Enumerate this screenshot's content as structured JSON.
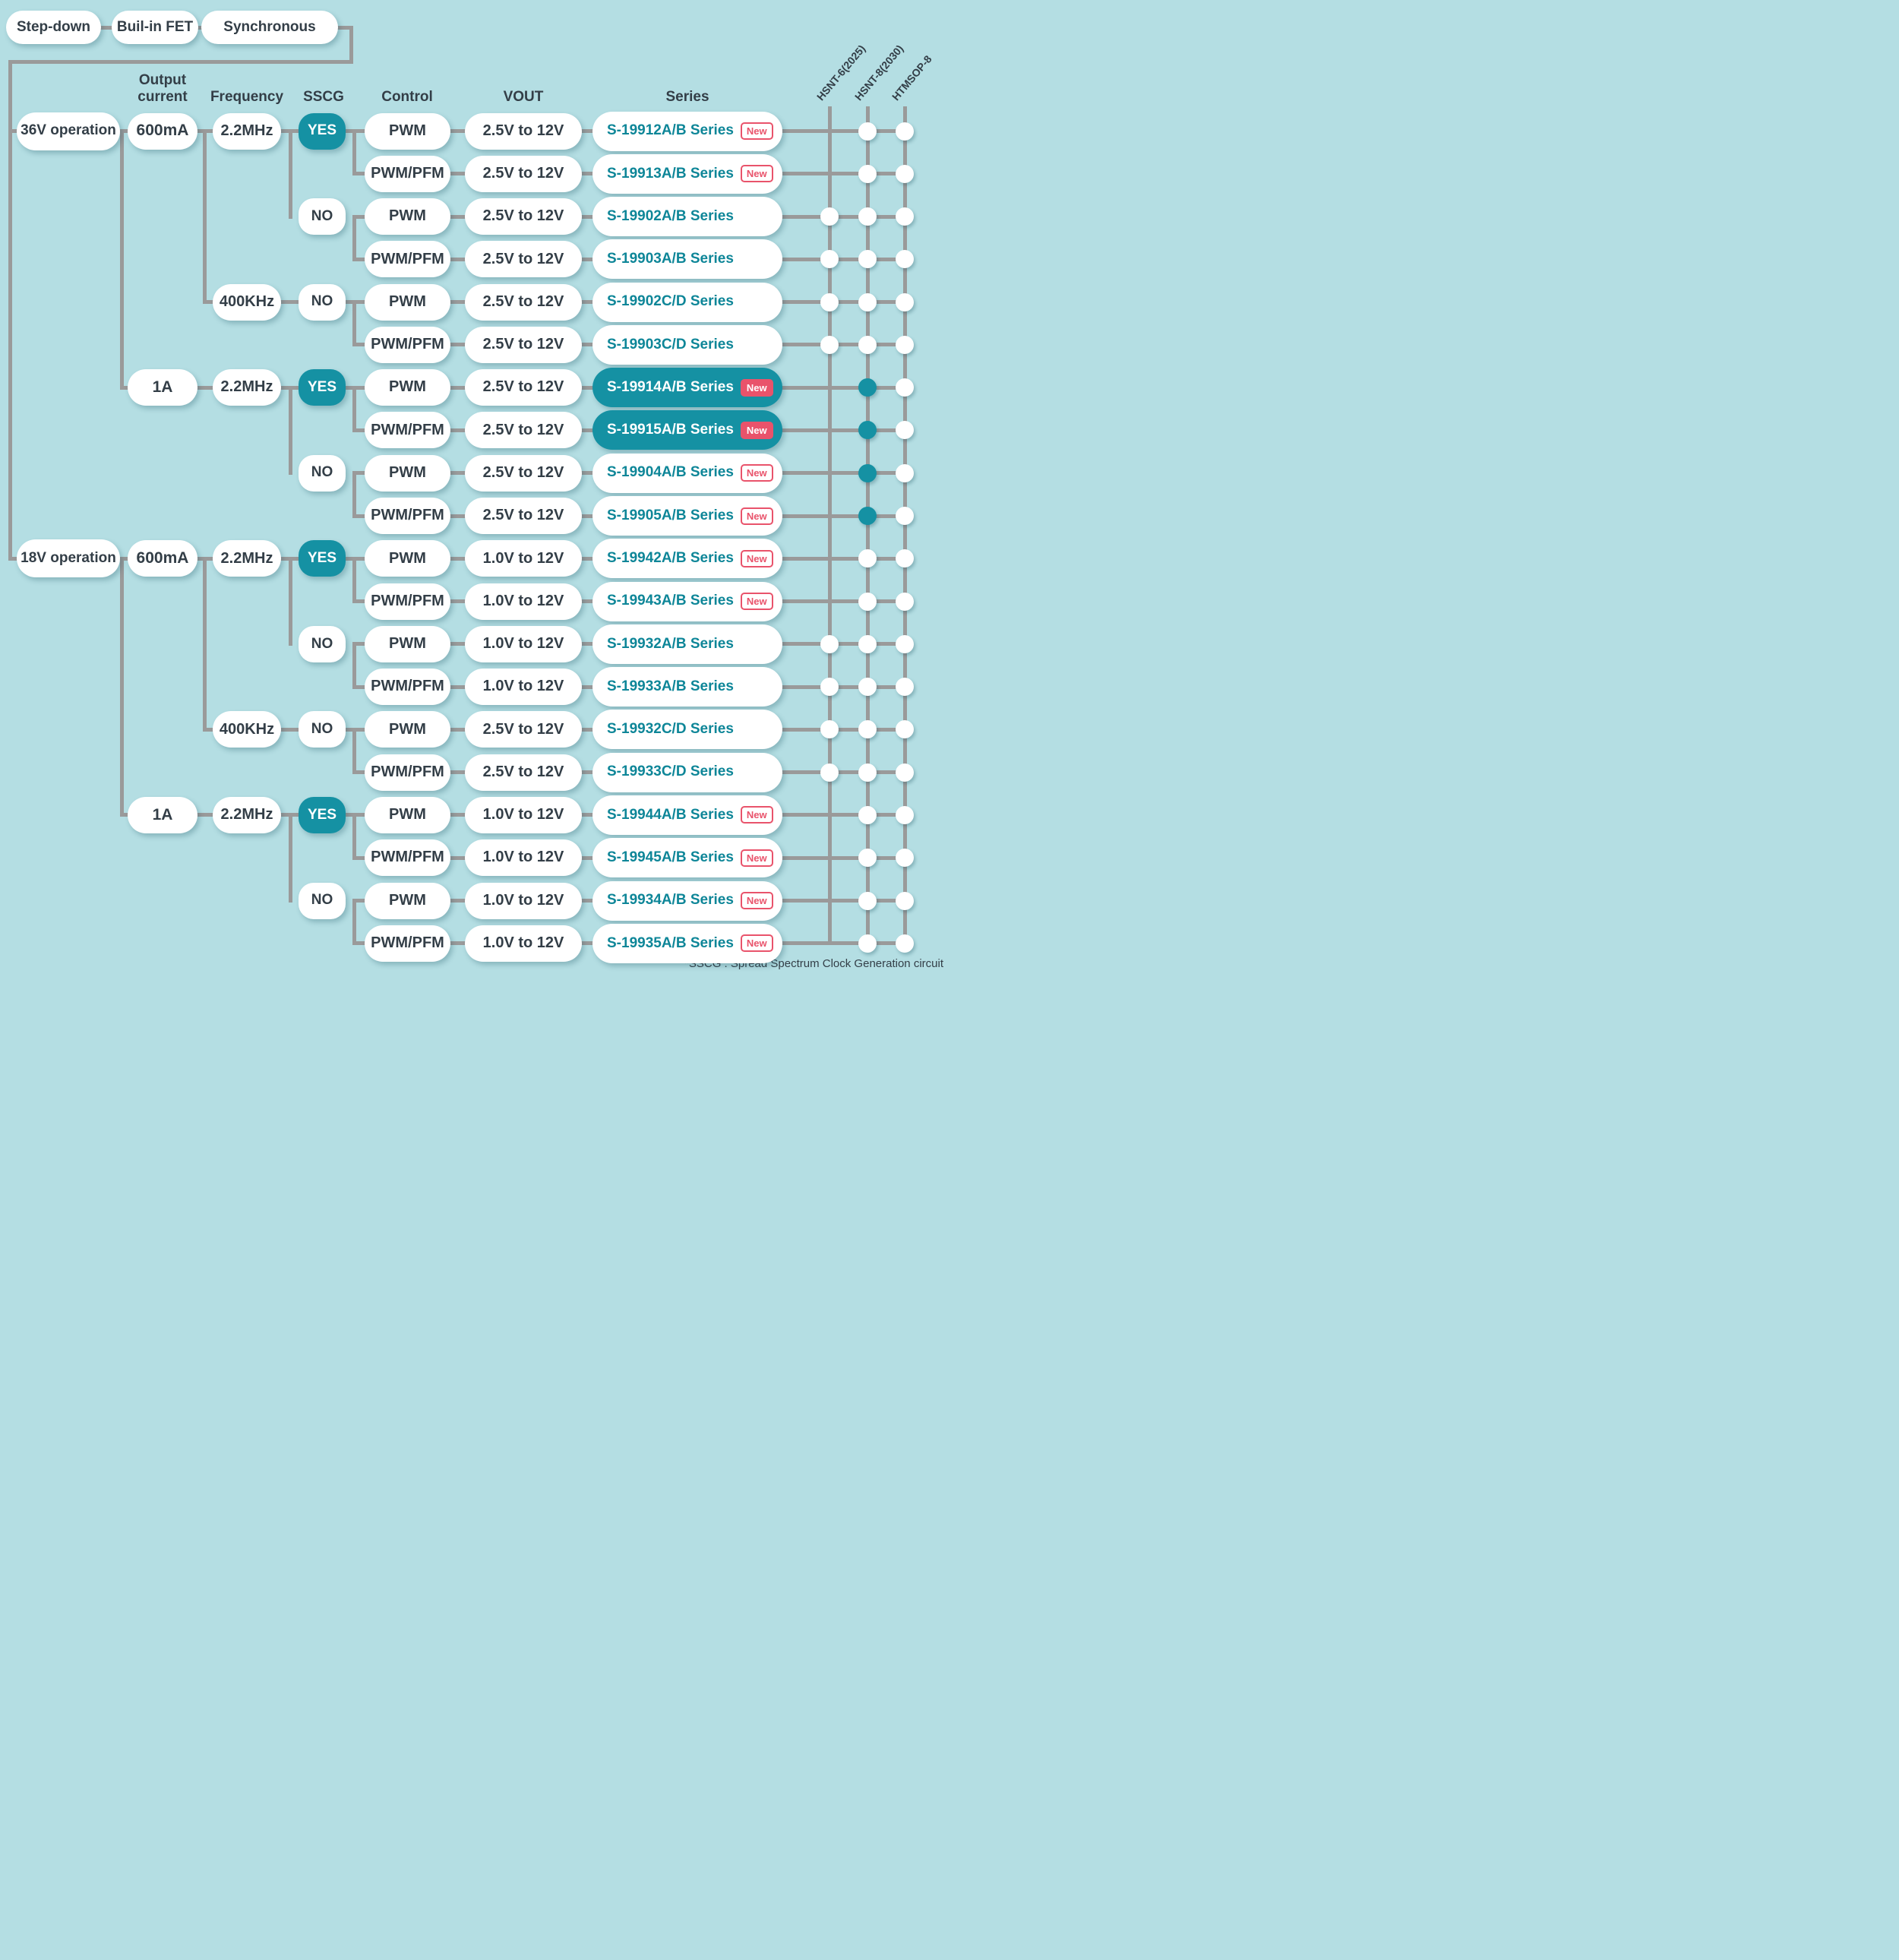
{
  "colors": {
    "background": "#b4dee3",
    "accent_teal": "#1591a3",
    "series_text_teal": "#0e8698",
    "new_badge_pink": "#e9536b",
    "connector_gray": "#9a9a9a",
    "text_dark": "#333e47"
  },
  "top_chain": {
    "items": [
      {
        "label": "Step-down"
      },
      {
        "label": "Buil-in FET"
      },
      {
        "label": "Synchronous"
      }
    ]
  },
  "headers": {
    "output_current": "Output current",
    "frequency": "Frequency",
    "sscg": "SSCG",
    "control": "Control",
    "vout": "VOUT",
    "series": "Series"
  },
  "package_columns": [
    {
      "label": "HSNT-6(2025)"
    },
    {
      "label": "HSNT-8(2030)"
    },
    {
      "label": "HTMSOP-8"
    }
  ],
  "tree": {
    "operations": [
      {
        "label": "36V operation",
        "row": 0
      },
      {
        "label": "18V operation",
        "row": 10
      }
    ],
    "currents": [
      {
        "label": "600mA",
        "row": 0,
        "branch_from": 0
      },
      {
        "label": "1A",
        "row": 6,
        "branch_from": 0
      },
      {
        "label": "600mA",
        "row": 10,
        "branch_from": 10
      },
      {
        "label": "1A",
        "row": 16,
        "branch_from": 10
      }
    ],
    "frequencies": [
      {
        "label": "2.2MHz",
        "row": 0,
        "branch_from": 0
      },
      {
        "label": "400KHz",
        "row": 4,
        "branch_from": 0
      },
      {
        "label": "2.2MHz",
        "row": 6,
        "branch_from": 6
      },
      {
        "label": "2.2MHz",
        "row": 10,
        "branch_from": 10
      },
      {
        "label": "400KHz",
        "row": 14,
        "branch_from": 10
      },
      {
        "label": "2.2MHz",
        "row": 16,
        "branch_from": 16
      }
    ],
    "sscg_nodes": [
      {
        "label": "YES",
        "row": 0,
        "branch_from": 0,
        "variant": "yes"
      },
      {
        "label": "NO",
        "row": 2,
        "branch_from": 0,
        "variant": "no"
      },
      {
        "label": "NO",
        "row": 4,
        "branch_from": 4,
        "variant": "no"
      },
      {
        "label": "YES",
        "row": 6,
        "branch_from": 6,
        "variant": "yes"
      },
      {
        "label": "NO",
        "row": 8,
        "branch_from": 6,
        "variant": "no"
      },
      {
        "label": "YES",
        "row": 10,
        "branch_from": 10,
        "variant": "yes"
      },
      {
        "label": "NO",
        "row": 12,
        "branch_from": 10,
        "variant": "no"
      },
      {
        "label": "NO",
        "row": 14,
        "branch_from": 14,
        "variant": "no"
      },
      {
        "label": "YES",
        "row": 16,
        "branch_from": 16,
        "variant": "yes"
      },
      {
        "label": "NO",
        "row": 18,
        "branch_from": 16,
        "variant": "no"
      }
    ]
  },
  "badge_label": "New",
  "rows": [
    {
      "control": "PWM",
      "vout": "2.5V to 12V",
      "series": "S-19912A/B Series",
      "badge": "outline",
      "highlight": false,
      "dots": [
        "none",
        "white",
        "white"
      ]
    },
    {
      "control": "PWM/PFM",
      "vout": "2.5V to 12V",
      "series": "S-19913A/B Series",
      "badge": "outline",
      "highlight": false,
      "dots": [
        "none",
        "white",
        "white"
      ]
    },
    {
      "control": "PWM",
      "vout": "2.5V to 12V",
      "series": "S-19902A/B Series",
      "badge": "",
      "highlight": false,
      "dots": [
        "white",
        "white",
        "white"
      ]
    },
    {
      "control": "PWM/PFM",
      "vout": "2.5V to 12V",
      "series": "S-19903A/B Series",
      "badge": "",
      "highlight": false,
      "dots": [
        "white",
        "white",
        "white"
      ]
    },
    {
      "control": "PWM",
      "vout": "2.5V to 12V",
      "series": "S-19902C/D Series",
      "badge": "",
      "highlight": false,
      "dots": [
        "white",
        "white",
        "white"
      ]
    },
    {
      "control": "PWM/PFM",
      "vout": "2.5V to 12V",
      "series": "S-19903C/D Series",
      "badge": "",
      "highlight": false,
      "dots": [
        "white",
        "white",
        "white"
      ]
    },
    {
      "control": "PWM",
      "vout": "2.5V to 12V",
      "series": "S-19914A/B Series",
      "badge": "solid",
      "highlight": true,
      "dots": [
        "none",
        "teal",
        "white"
      ]
    },
    {
      "control": "PWM/PFM",
      "vout": "2.5V to 12V",
      "series": "S-19915A/B Series",
      "badge": "solid",
      "highlight": true,
      "dots": [
        "none",
        "teal",
        "white"
      ]
    },
    {
      "control": "PWM",
      "vout": "2.5V to 12V",
      "series": "S-19904A/B Series",
      "badge": "outline",
      "highlight": false,
      "dots": [
        "none",
        "teal",
        "white"
      ]
    },
    {
      "control": "PWM/PFM",
      "vout": "2.5V to 12V",
      "series": "S-19905A/B Series",
      "badge": "outline",
      "highlight": false,
      "dots": [
        "none",
        "teal",
        "white"
      ]
    },
    {
      "control": "PWM",
      "vout": "1.0V to 12V",
      "series": "S-19942A/B Series",
      "badge": "outline",
      "highlight": false,
      "dots": [
        "none",
        "white",
        "white"
      ]
    },
    {
      "control": "PWM/PFM",
      "vout": "1.0V to 12V",
      "series": "S-19943A/B Series",
      "badge": "outline",
      "highlight": false,
      "dots": [
        "none",
        "white",
        "white"
      ]
    },
    {
      "control": "PWM",
      "vout": "1.0V to 12V",
      "series": "S-19932A/B Series",
      "badge": "",
      "highlight": false,
      "dots": [
        "white",
        "white",
        "white"
      ]
    },
    {
      "control": "PWM/PFM",
      "vout": "1.0V to 12V",
      "series": "S-19933A/B Series",
      "badge": "",
      "highlight": false,
      "dots": [
        "white",
        "white",
        "white"
      ]
    },
    {
      "control": "PWM",
      "vout": "2.5V to 12V",
      "series": "S-19932C/D Series",
      "badge": "",
      "highlight": false,
      "dots": [
        "white",
        "white",
        "white"
      ]
    },
    {
      "control": "PWM/PFM",
      "vout": "2.5V to 12V",
      "series": "S-19933C/D Series",
      "badge": "",
      "highlight": false,
      "dots": [
        "white",
        "white",
        "white"
      ]
    },
    {
      "control": "PWM",
      "vout": "1.0V to 12V",
      "series": "S-19944A/B Series",
      "badge": "outline",
      "highlight": false,
      "dots": [
        "none",
        "white",
        "white"
      ]
    },
    {
      "control": "PWM/PFM",
      "vout": "1.0V to 12V",
      "series": "S-19945A/B Series",
      "badge": "outline",
      "highlight": false,
      "dots": [
        "none",
        "white",
        "white"
      ]
    },
    {
      "control": "PWM",
      "vout": "1.0V to 12V",
      "series": "S-19934A/B Series",
      "badge": "outline",
      "highlight": false,
      "dots": [
        "none",
        "white",
        "white"
      ]
    },
    {
      "control": "PWM/PFM",
      "vout": "1.0V to 12V",
      "series": "S-19935A/B Series",
      "badge": "outline",
      "highlight": false,
      "dots": [
        "none",
        "white",
        "white"
      ]
    }
  ],
  "footnote": "*SSCG : Spread Spectrum Clock Generation circuit"
}
